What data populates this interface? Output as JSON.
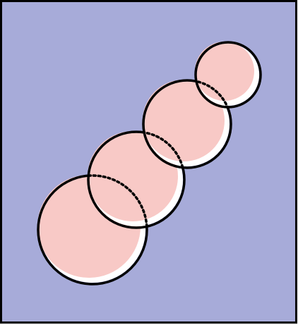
{
  "colors": {
    "background": "#a7abd9",
    "frame": "#000000",
    "bubble_fill": "#f8c9c6",
    "bubble_highlight": "#ffffff",
    "outline": "#000000"
  },
  "bubbles": [
    {
      "id": "bubble-1",
      "layer": 1
    },
    {
      "id": "bubble-2",
      "layer": 2
    },
    {
      "id": "bubble-3",
      "layer": 3
    },
    {
      "id": "bubble-4",
      "layer": 4
    }
  ],
  "overlaps": [
    {
      "id": "overlap-1-2",
      "style": "dotted"
    },
    {
      "id": "overlap-2-3",
      "style": "dotted"
    },
    {
      "id": "overlap-3-4",
      "style": "dotted"
    }
  ]
}
